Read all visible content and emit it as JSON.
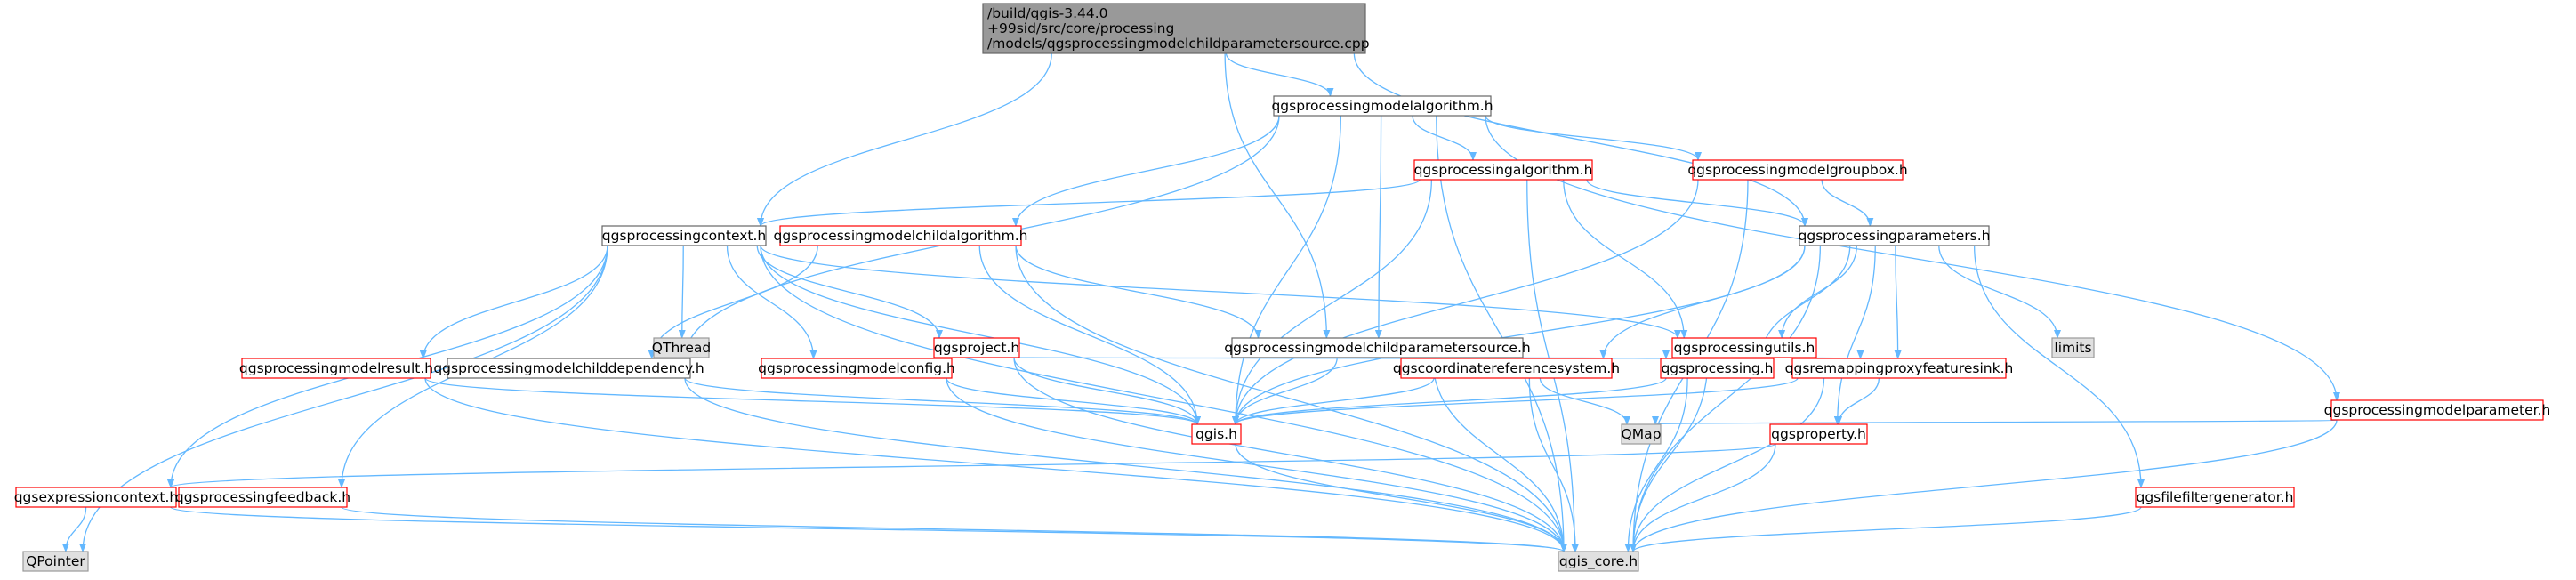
{
  "graph": {
    "nodes": [
      {
        "id": "root",
        "lines": [
          "/build/qgis-3.44.0",
          "+99sid/src/core/processing",
          "/models/qgsprocessingmodelchildparametersource.cpp"
        ],
        "style": "root"
      },
      {
        "id": "modelalg",
        "lines": [
          "qgsprocessingmodelalgorithm.h"
        ],
        "style": "normal"
      },
      {
        "id": "palg",
        "lines": [
          "qgsprocessingalgorithm.h"
        ],
        "style": "red"
      },
      {
        "id": "groupbox",
        "lines": [
          "qgsprocessingmodelgroupbox.h"
        ],
        "style": "red"
      },
      {
        "id": "context",
        "lines": [
          "qgsprocessingcontext.h"
        ],
        "style": "normal"
      },
      {
        "id": "childalg",
        "lines": [
          "qgsprocessingmodelchildalgorithm.h"
        ],
        "style": "red"
      },
      {
        "id": "params",
        "lines": [
          "qgsprocessingparameters.h"
        ],
        "style": "normal"
      },
      {
        "id": "qthread",
        "lines": [
          "QThread"
        ],
        "style": "gray"
      },
      {
        "id": "project",
        "lines": [
          "qgsproject.h"
        ],
        "style": "red"
      },
      {
        "id": "childparamsrc",
        "lines": [
          "qgsprocessingmodelchildparametersource.h"
        ],
        "style": "normal"
      },
      {
        "id": "putils",
        "lines": [
          "qgsprocessingutils.h"
        ],
        "style": "red"
      },
      {
        "id": "limits",
        "lines": [
          "limits"
        ],
        "style": "gray"
      },
      {
        "id": "result",
        "lines": [
          "qgsprocessingmodelresult.h"
        ],
        "style": "red"
      },
      {
        "id": "childdep",
        "lines": [
          "qgsprocessingmodelchilddependency.h"
        ],
        "style": "normal"
      },
      {
        "id": "config",
        "lines": [
          "qgsprocessingmodelconfig.h"
        ],
        "style": "red"
      },
      {
        "id": "crs",
        "lines": [
          "qgscoordinatereferencesystem.h"
        ],
        "style": "red"
      },
      {
        "id": "processing",
        "lines": [
          "qgsprocessing.h"
        ],
        "style": "red"
      },
      {
        "id": "remap",
        "lines": [
          "qgsremappingproxyfeaturesink.h"
        ],
        "style": "red"
      },
      {
        "id": "modelparam",
        "lines": [
          "qgsprocessingmodelparameter.h"
        ],
        "style": "red"
      },
      {
        "id": "qgis",
        "lines": [
          "qgis.h"
        ],
        "style": "red"
      },
      {
        "id": "qmap",
        "lines": [
          "QMap"
        ],
        "style": "gray"
      },
      {
        "id": "property",
        "lines": [
          "qgsproperty.h"
        ],
        "style": "red"
      },
      {
        "id": "exprctx",
        "lines": [
          "qgsexpressioncontext.h"
        ],
        "style": "red"
      },
      {
        "id": "feedback",
        "lines": [
          "qgsprocessingfeedback.h"
        ],
        "style": "red"
      },
      {
        "id": "filefilter",
        "lines": [
          "qgsfilefiltergenerator.h"
        ],
        "style": "red"
      },
      {
        "id": "qpointer",
        "lines": [
          "QPointer"
        ],
        "style": "gray"
      },
      {
        "id": "core",
        "lines": [
          "qgis_core.h"
        ],
        "style": "gray"
      }
    ],
    "edges": [
      [
        "root",
        "modelalg"
      ],
      [
        "root",
        "context"
      ],
      [
        "root",
        "childparamsrc"
      ],
      [
        "root",
        "params"
      ],
      [
        "modelalg",
        "palg"
      ],
      [
        "modelalg",
        "groupbox"
      ],
      [
        "modelalg",
        "childalg"
      ],
      [
        "modelalg",
        "childdep"
      ],
      [
        "modelalg",
        "childparamsrc"
      ],
      [
        "modelalg",
        "qgis"
      ],
      [
        "modelalg",
        "modelparam"
      ],
      [
        "modelalg",
        "core"
      ],
      [
        "palg",
        "context"
      ],
      [
        "palg",
        "params"
      ],
      [
        "palg",
        "putils"
      ],
      [
        "palg",
        "qgis"
      ],
      [
        "palg",
        "core"
      ],
      [
        "groupbox",
        "params"
      ],
      [
        "groupbox",
        "qgis"
      ],
      [
        "groupbox",
        "core"
      ],
      [
        "context",
        "qthread"
      ],
      [
        "context",
        "project"
      ],
      [
        "context",
        "putils"
      ],
      [
        "context",
        "result"
      ],
      [
        "context",
        "config"
      ],
      [
        "context",
        "exprctx"
      ],
      [
        "context",
        "feedback"
      ],
      [
        "context",
        "qpointer"
      ],
      [
        "context",
        "qgis"
      ],
      [
        "context",
        "core"
      ],
      [
        "childalg",
        "childparamsrc"
      ],
      [
        "childalg",
        "childdep"
      ],
      [
        "childalg",
        "qgis"
      ],
      [
        "childalg",
        "core"
      ],
      [
        "params",
        "putils"
      ],
      [
        "params",
        "limits"
      ],
      [
        "params",
        "crs"
      ],
      [
        "params",
        "processing"
      ],
      [
        "params",
        "remap"
      ],
      [
        "params",
        "property"
      ],
      [
        "params",
        "filefilter"
      ],
      [
        "params",
        "qgis"
      ],
      [
        "params",
        "core"
      ],
      [
        "project",
        "crs"
      ],
      [
        "project",
        "qgis"
      ],
      [
        "project",
        "core"
      ],
      [
        "childparamsrc",
        "processing"
      ],
      [
        "childparamsrc",
        "qgis"
      ],
      [
        "childparamsrc",
        "core"
      ],
      [
        "putils",
        "processing"
      ],
      [
        "putils",
        "remap"
      ],
      [
        "putils",
        "core"
      ],
      [
        "result",
        "qgis"
      ],
      [
        "result",
        "core"
      ],
      [
        "childdep",
        "qgis"
      ],
      [
        "childdep",
        "core"
      ],
      [
        "config",
        "qgis"
      ],
      [
        "config",
        "core"
      ],
      [
        "crs",
        "qgis"
      ],
      [
        "crs",
        "qmap"
      ],
      [
        "crs",
        "core"
      ],
      [
        "processing",
        "qgis"
      ],
      [
        "processing",
        "core"
      ],
      [
        "remap",
        "property"
      ],
      [
        "remap",
        "qgis"
      ],
      [
        "remap",
        "core"
      ],
      [
        "modelparam",
        "qmap"
      ],
      [
        "modelparam",
        "core"
      ],
      [
        "property",
        "exprctx"
      ],
      [
        "property",
        "core"
      ],
      [
        "exprctx",
        "qpointer"
      ],
      [
        "exprctx",
        "core"
      ],
      [
        "feedback",
        "core"
      ],
      [
        "filefilter",
        "core"
      ],
      [
        "qgis",
        "core"
      ]
    ]
  },
  "colors": {
    "root_fill": "#999999",
    "root_stroke": "#666666",
    "normal_stroke": "#666666",
    "red_stroke": "#ff0000",
    "gray_fill": "#e0e0e0",
    "gray_stroke": "#999999",
    "edge": "#63b8ff",
    "text": "#000000"
  }
}
